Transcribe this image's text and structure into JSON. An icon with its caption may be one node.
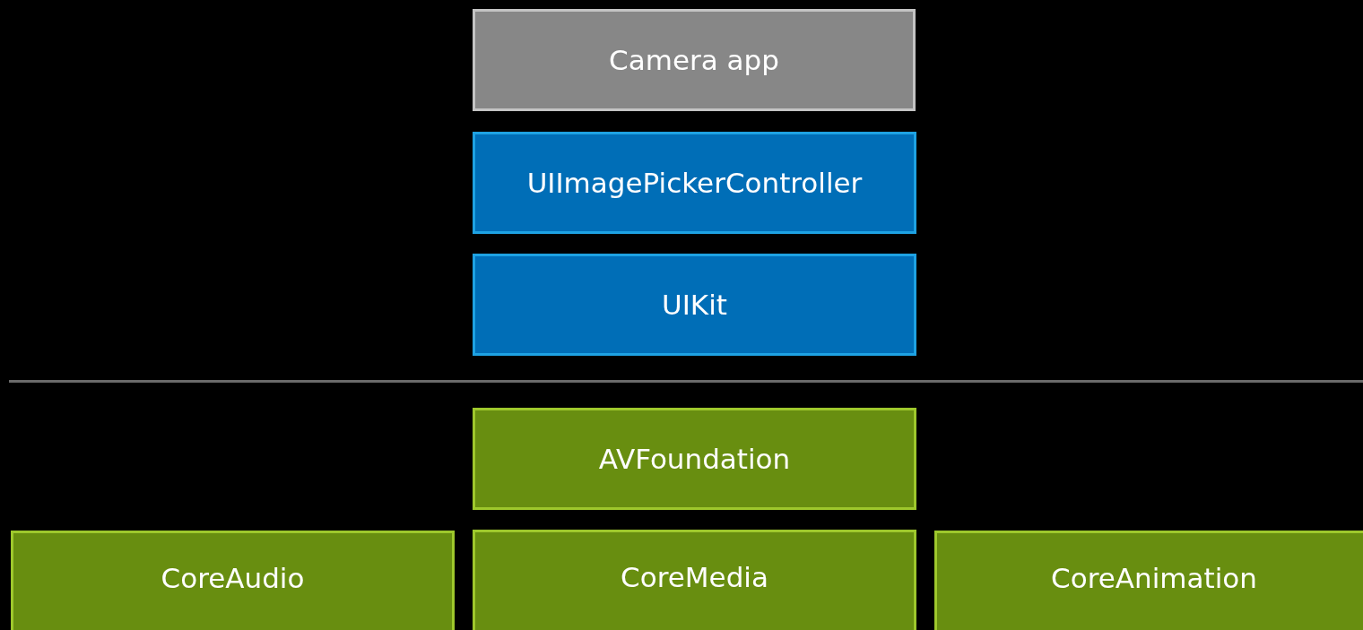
{
  "diagram": {
    "nodes": [
      {
        "text": [
          "Camera app"
        ]
      },
      {
        "text": [
          "UIImagePickerController"
        ]
      },
      {
        "text": [
          "UIKit"
        ]
      },
      {
        "text": [
          "AVFoundation"
        ]
      },
      {
        "text": [
          "CoreAudio"
        ]
      },
      {
        "text": [
          "CoreMedia"
        ]
      },
      {
        "text": [
          "CoreAnimation"
        ]
      }
    ],
    "edges": []
  }
}
